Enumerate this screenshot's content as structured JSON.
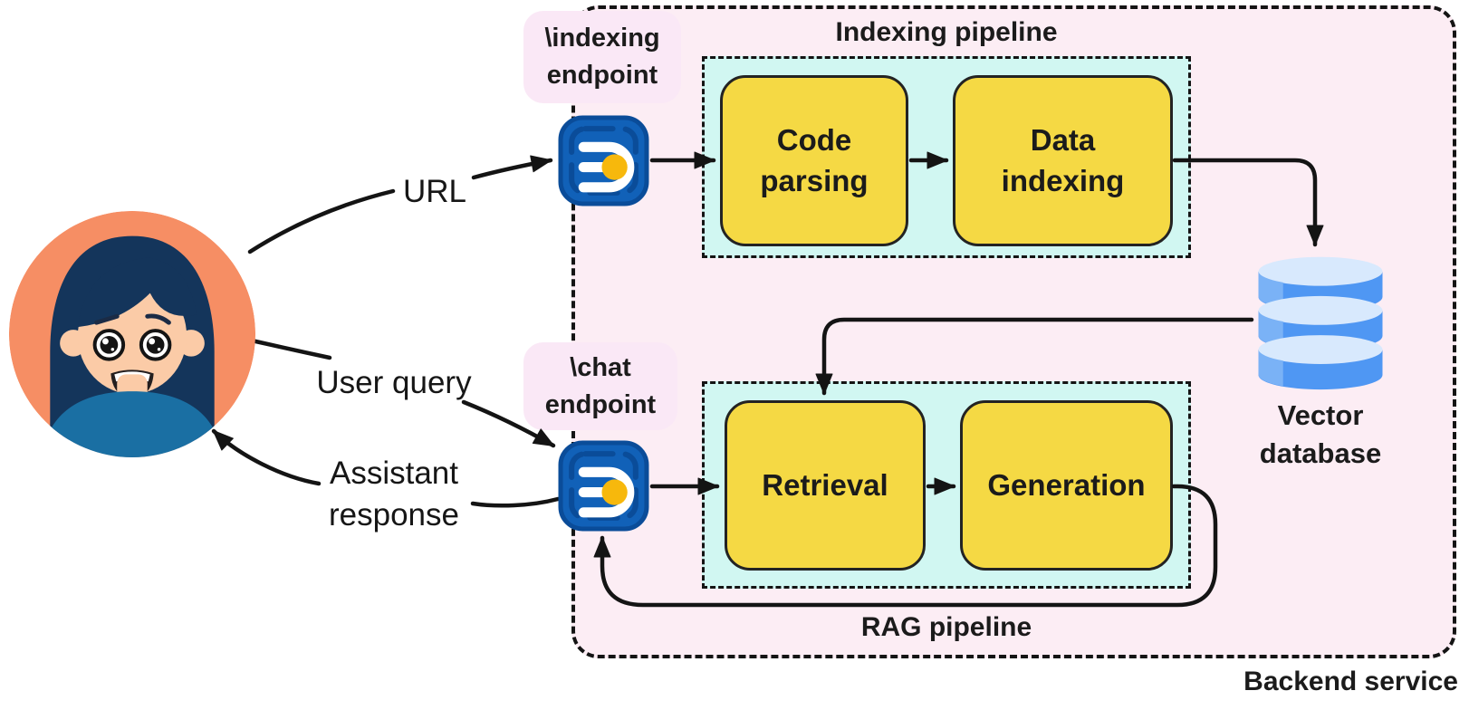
{
  "diagram": {
    "flow_labels": {
      "url": "URL",
      "user_query": "User query",
      "assistant_response": "Assistant\nresponse"
    },
    "endpoints": {
      "indexing": "\\indexing\nendpoint",
      "chat": "\\chat\nendpoint"
    },
    "indexing_pipeline": {
      "title": "Indexing pipeline",
      "nodes": [
        "Code\nparsing",
        "Data\nindexing"
      ]
    },
    "rag_pipeline": {
      "title": "RAG pipeline",
      "nodes": [
        "Retrieval",
        "Generation"
      ]
    },
    "vector_db": {
      "label": "Vector\ndatabase"
    },
    "backend": {
      "label": "Backend service"
    },
    "colors": {
      "backend_bg": "#FCEDF4",
      "pipeline_bg": "#D1F7F2",
      "node_bg": "#F5D944",
      "endpoint_label_bg": "#FAE8F6",
      "endpoint_icon_blue": "#1161B8",
      "endpoint_icon_navy": "#0A4C99",
      "endpoint_icon_dot": "#F7B80C",
      "db_blue": "#4F97F3",
      "db_light": "#D8E9FD",
      "avatar_orange": "#F68E64",
      "avatar_hair": "#14355B",
      "avatar_shirt": "#1A6FA3",
      "arrow": "#141414"
    }
  }
}
